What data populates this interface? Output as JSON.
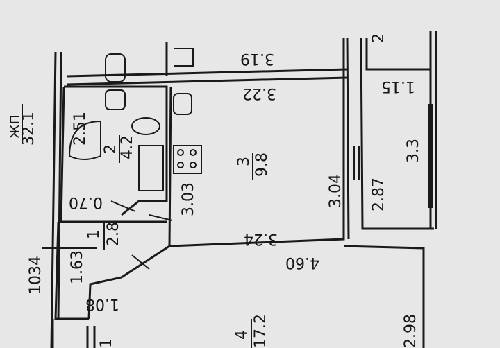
{
  "plan": {
    "living_area_label": "ЖП",
    "living_area": "32.1",
    "total_length": "1034",
    "rooms": [
      {
        "number": "1",
        "area": "2.8"
      },
      {
        "number": "2",
        "area": "4.2"
      },
      {
        "number": "3",
        "area": "9.8"
      },
      {
        "number": "4",
        "area": "17.2"
      }
    ],
    "balcony_area": "3.3",
    "top_right_mark": "2",
    "bottom_mark": "1",
    "dimensions": {
      "d_319": "3.19",
      "d_322": "3.22",
      "d_115": "1.15",
      "d_251": "2.51",
      "d_303": "3.03",
      "d_304": "3.04",
      "d_287": "2.87",
      "d_070": "0.70",
      "d_324": "3.24",
      "d_163": "1.63",
      "d_108": "1.08",
      "d_460": "4.60",
      "d_298": "2.98"
    }
  }
}
